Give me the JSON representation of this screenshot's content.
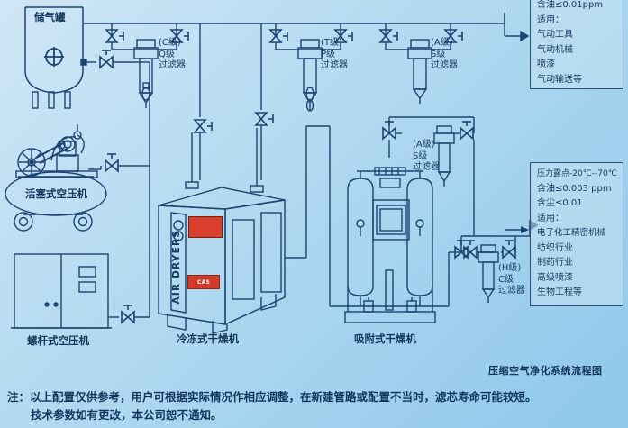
{
  "diagram": {
    "caption": "压缩空气净化系统流程图",
    "note_line1": "注：以上配置仅供参考，用户可根据实际情况作相应调整，在新建管路或配置不当时，滤芯寿命可能较短。",
    "note_line2": "技术参数如有更改，本公司恕不通知。"
  },
  "equipment": {
    "air_tank": "储气罐",
    "piston_compressor": "活塞式空压机",
    "screw_compressor": "螺杆式空压机",
    "refrigerated_dryer": "冷冻式干燥机",
    "adsorption_dryer": "吸附式干燥机",
    "dryer_brand_text": "AIR DRYERS",
    "dryer_logo_text": "CAS"
  },
  "filters": [
    {
      "id": "filter-q",
      "grade": "(C级)",
      "class": "Q级",
      "type": "过滤器"
    },
    {
      "id": "filter-p",
      "grade": "(T级)",
      "class": "P级",
      "type": "过滤器"
    },
    {
      "id": "filter-s1",
      "grade": "(A级)",
      "class": "S级",
      "type": "过滤器"
    },
    {
      "id": "filter-s2",
      "grade": "(A级)",
      "class": "S级",
      "type": "过滤器"
    },
    {
      "id": "filter-c",
      "grade": "(H级)",
      "class": "C级",
      "type": "过滤器"
    }
  ],
  "spec_boxes": [
    {
      "id": "spec-box-top",
      "lines": [
        "含油≤0.01ppm",
        "适用：",
        "气动工具",
        "气动机械",
        "喷漆",
        "气动输送等"
      ]
    },
    {
      "id": "spec-box-bottom",
      "lines": [
        "压力露点-20℃--70℃",
        "含油≤0.003 ppm",
        "含尘≤0.01",
        "适用：",
        "电子化工精密机械",
        "纺织行业",
        "制药行业",
        "高级喷漆",
        "生物工程等"
      ]
    }
  ],
  "colors": {
    "line": "#1d4370",
    "text": "#13365c",
    "accent_red": "#d8402d",
    "bg_light": "#cfe6f5",
    "bg_dark": "#8ec8ea"
  }
}
